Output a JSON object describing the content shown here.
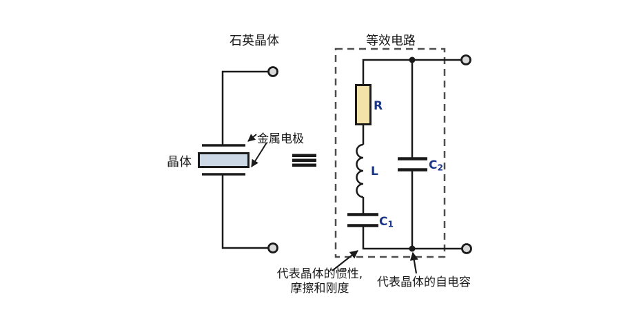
{
  "titles": {
    "left": "石英晶体",
    "right": "等效电路"
  },
  "left_circuit": {
    "crystal_label": "晶体",
    "electrode_label": "金属电极"
  },
  "equivalent_circuit": {
    "resistor_label": "R",
    "inductor_label": "L",
    "cap_series": {
      "name": "C",
      "sub": "1"
    },
    "cap_parallel": {
      "name": "C",
      "sub": "2"
    },
    "note_series_line1": "代表晶体的惯性,",
    "note_series_line2": "摩擦和刚度",
    "note_parallel": "代表晶体的自电容"
  },
  "colors": {
    "background": "#ffffff",
    "wire": "#1a1a1a",
    "component_label": "#1b3687",
    "resistor_fill": "#f3e3a9",
    "crystal_fill": "#cdd8e6",
    "terminal_fill": "#d9d9d9",
    "dashed_box": "#4d4d4d"
  }
}
